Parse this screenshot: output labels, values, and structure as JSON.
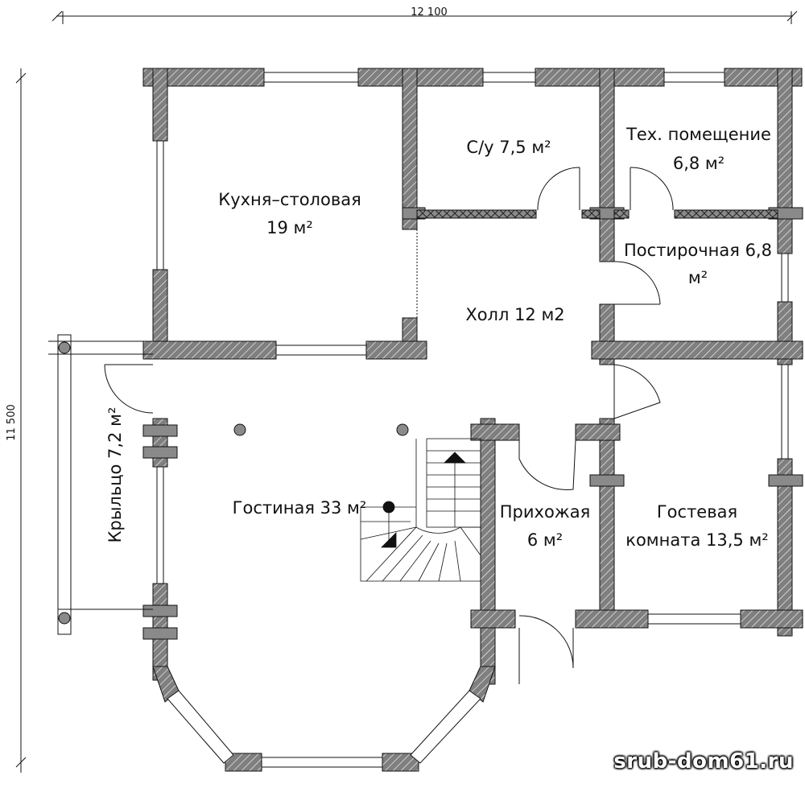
{
  "dimensions": {
    "width_label": "12 100",
    "height_label": "11 500"
  },
  "rooms": {
    "kitchen": {
      "name": "Кухня–столовая",
      "area": "19 м²"
    },
    "bathroom": {
      "label": "С/у 7,5 м²"
    },
    "tech": {
      "name": "Тех. помещение",
      "area": "6,8 м²"
    },
    "laundry": {
      "name": "Постирочная 6,8",
      "area": "м²"
    },
    "hall": {
      "label": "Холл 12 м2"
    },
    "porch": {
      "label": "Крыльцо 7,2 м²"
    },
    "living": {
      "label": "Гостиная 33 м²"
    },
    "entry": {
      "name": "Прихожая",
      "area": "6 м²"
    },
    "guest": {
      "name": "Гостевая",
      "area": "комната 13,5 м²"
    }
  },
  "watermark": "srub-dom61.ru",
  "colors": {
    "wall": "#7f7f7f",
    "line": "#111111",
    "paper": "#ffffff"
  }
}
